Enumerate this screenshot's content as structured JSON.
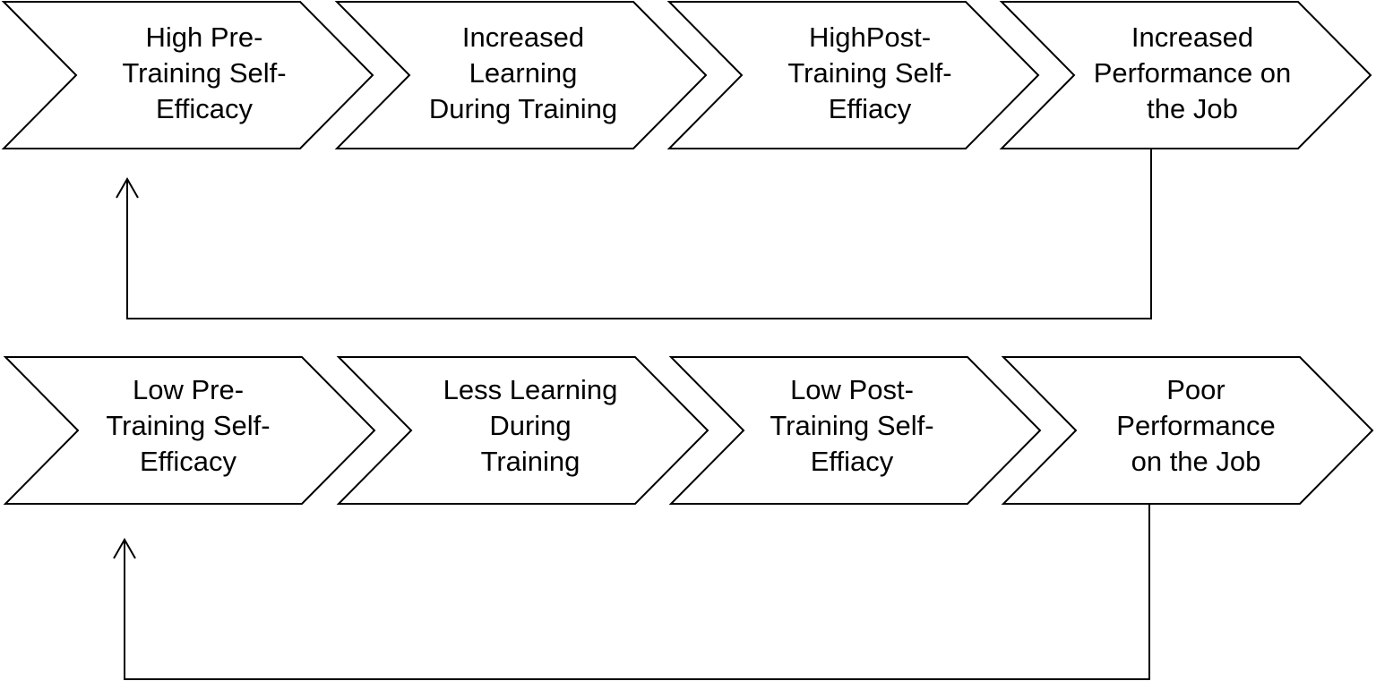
{
  "rows": [
    {
      "steps": [
        {
          "lines": [
            "High Pre-",
            "Training Self-",
            "Efficacy"
          ]
        },
        {
          "lines": [
            "Increased",
            "Learning",
            "During Training"
          ]
        },
        {
          "lines": [
            "HighPost-",
            "Training Self-",
            "Effiacy"
          ]
        },
        {
          "lines": [
            "Increased",
            "Performance on",
            "the Job"
          ]
        }
      ]
    },
    {
      "steps": [
        {
          "lines": [
            "Low Pre-",
            "Training Self-",
            "Efficacy"
          ]
        },
        {
          "lines": [
            "Less Learning",
            "During",
            "Training"
          ]
        },
        {
          "lines": [
            "Low Post-",
            "Training Self-",
            "Effiacy"
          ]
        },
        {
          "lines": [
            "Poor",
            "Performance",
            "on the Job"
          ]
        }
      ]
    }
  ]
}
